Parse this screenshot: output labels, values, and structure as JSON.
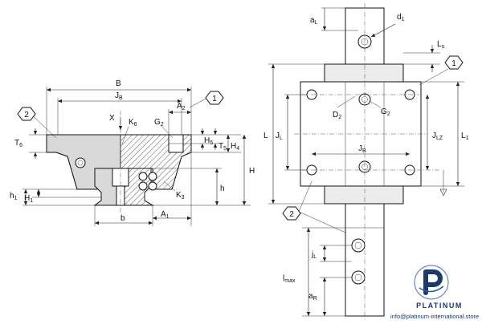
{
  "front_view": {
    "callout_left": "2",
    "callout_right": "1",
    "B": "B",
    "JB": "J",
    "JB_sub": "B",
    "A2": "A",
    "A2_sub": "2",
    "X": "X",
    "K6": "K",
    "K6_sub": "6",
    "G2": "G",
    "G2_sub": "2",
    "T6": "T",
    "T6_sub": "6",
    "H5": "H",
    "H5_sub": "5",
    "T5": "T",
    "T5_sub": "5",
    "H4": "H",
    "H4_sub": "4",
    "H": "H",
    "h": "h",
    "K3": "K",
    "K3_sub": "3",
    "h1": "h",
    "h1_sub": "1",
    "H1": "H",
    "H1_sub": "1",
    "b": "b",
    "A1": "A",
    "A1_sub": "1"
  },
  "top_view": {
    "aL": "a",
    "aL_sub": "L",
    "d1": "d",
    "d1_sub": "1",
    "Ls": "L",
    "Ls_sub": "s",
    "callout_right": "1",
    "L": "L",
    "JL": "J",
    "JL_sub": "L",
    "D2": "D",
    "D2_sub": "2",
    "G2": "G",
    "G2_sub": "2",
    "JLZ": "J",
    "JLZ_sub": "LZ",
    "L1": "L",
    "L1_sub": "1",
    "JB": "J",
    "JB_sub": "B",
    "callout_left": "2",
    "jL": "j",
    "jL_sub": "L",
    "lmax": "l",
    "lmax_sub": "max",
    "aR": "a",
    "aR_sub": "R"
  },
  "watermark": {
    "brand": "PLATINUM",
    "url": "info@platinum-international.store",
    "blue": "#1d3a6b",
    "accent": "#2b5aa8"
  }
}
